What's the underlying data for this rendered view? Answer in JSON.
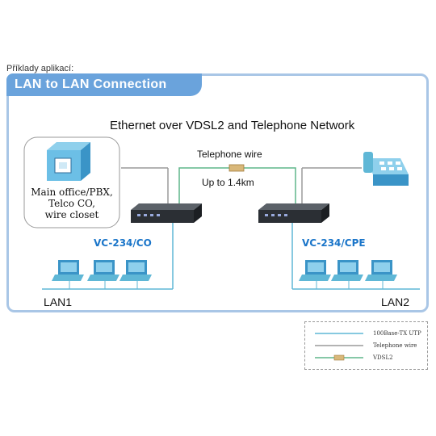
{
  "caption": "Příklady aplikací:",
  "header": {
    "title": "LAN to LAN Connection"
  },
  "diagram": {
    "title": "Ethernet over VDSL2 and Telephone Network",
    "telephone_wire_label": "Telephone wire",
    "distance_label": "Up to 1.4km",
    "office_lines": [
      "Main office/PBX,",
      "Telco CO,",
      "wire closet"
    ],
    "device_left": "VC-234/CO",
    "device_right": "VC-234/CPE",
    "lan_left": "LAN1",
    "lan_right": "LAN2"
  },
  "legend": {
    "items": [
      {
        "label": "100Base-TX UTP",
        "color": "#5fb7d6"
      },
      {
        "label": "Telephone wire",
        "color": "#9a9a9a"
      },
      {
        "label": "VDSL2",
        "color": "#5fb58a"
      }
    ]
  },
  "colors": {
    "accent_blue": "#1a75c9",
    "header_bg": "#6aa3dc",
    "utp_line": "#5fb7d6",
    "phone_line": "#9a9a9a",
    "vdsl_line": "#5fb58a"
  }
}
